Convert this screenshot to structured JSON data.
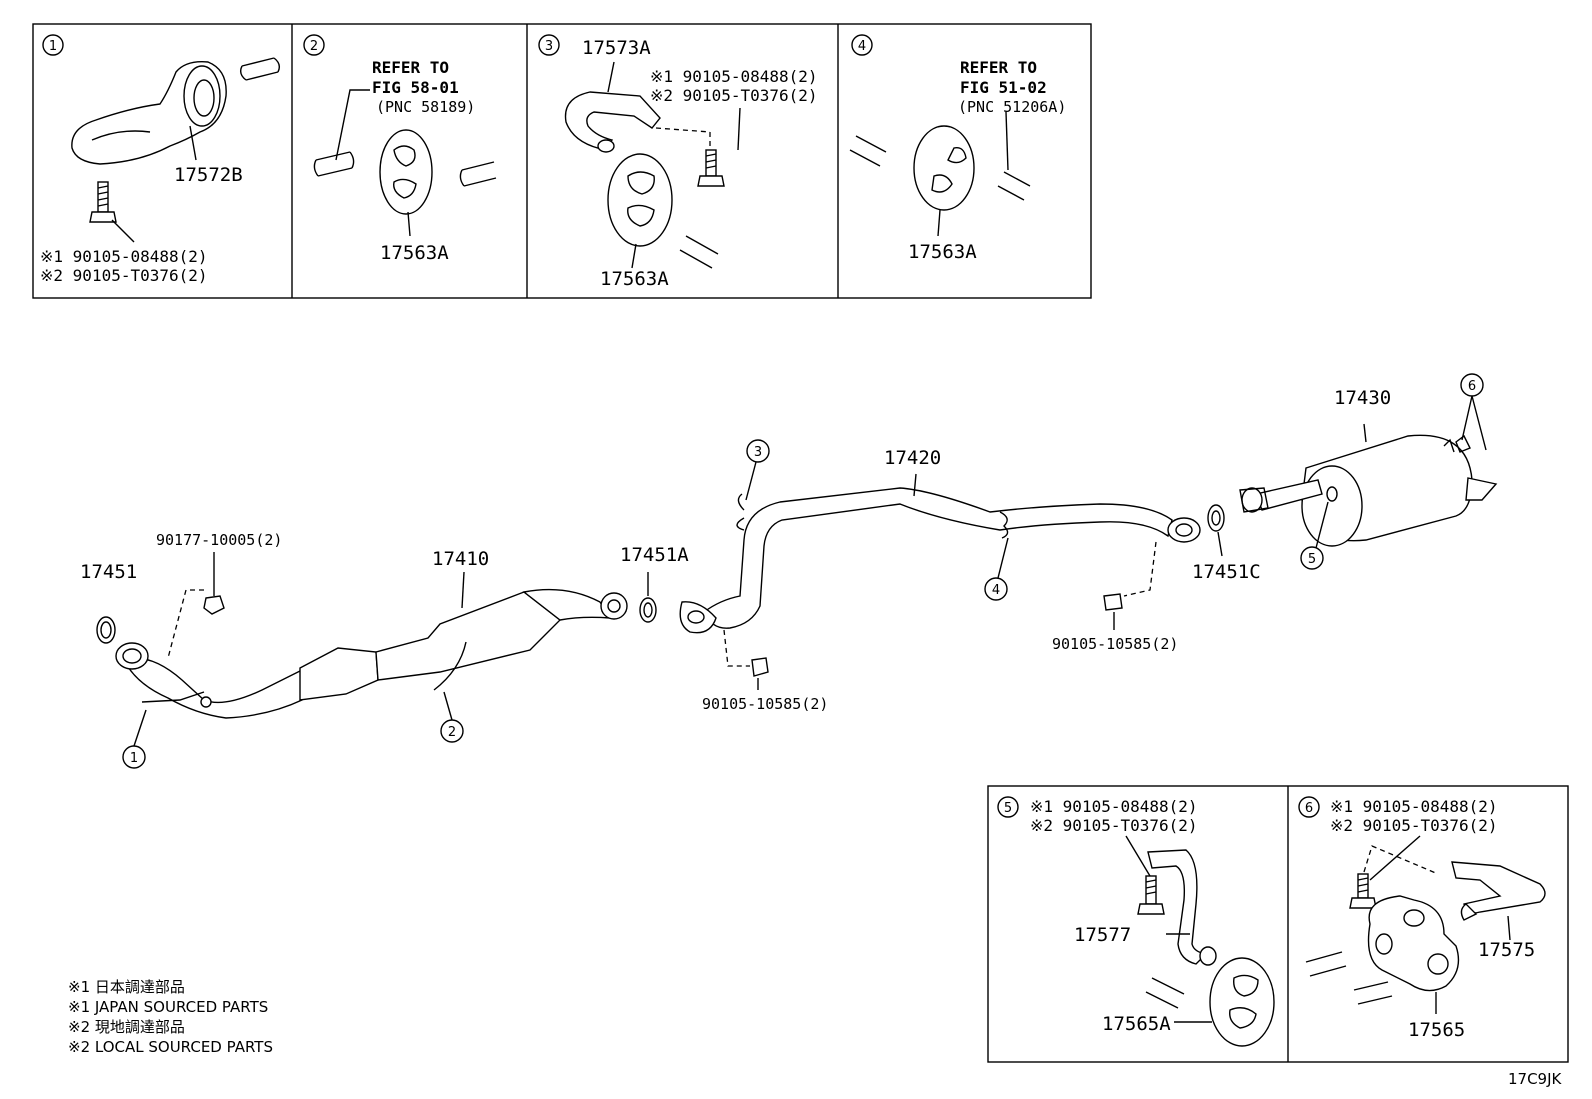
{
  "inset1": {
    "num": "1",
    "part": "17572B",
    "bolt_line1": "※1 90105-08488(2)",
    "bolt_line2": "※2 90105-T0376(2)"
  },
  "inset2": {
    "num": "2",
    "refer_line1": "REFER TO",
    "refer_line2": "FIG 58-01",
    "pnc": "(PNC 58189)",
    "part": "17563A"
  },
  "inset3": {
    "num": "3",
    "part_top": "17573A",
    "bolt_line1": "※1 90105-08488(2)",
    "bolt_line2": "※2 90105-T0376(2)",
    "part_bottom": "17563A"
  },
  "inset4": {
    "num": "4",
    "refer_line1": "REFER TO",
    "refer_line2": "FIG 51-02",
    "pnc": "(PNC 51206A)",
    "part": "17563A"
  },
  "main": {
    "p17451": "17451",
    "p90177": "90177-10005(2)",
    "p17410": "17410",
    "p17451A": "17451A",
    "p90105a": "90105-10585(2)",
    "p17420": "17420",
    "p90105b": "90105-10585(2)",
    "p17451C": "17451C",
    "p17430": "17430",
    "c1": "1",
    "c2": "2",
    "c3": "3",
    "c4": "4",
    "c5": "5",
    "c6": "6"
  },
  "inset5": {
    "num": "5",
    "bolt_line1": "※1 90105-08488(2)",
    "bolt_line2": "※2 90105-T0376(2)",
    "part_a": "17577",
    "part_b": "17565A"
  },
  "inset6": {
    "num": "6",
    "bolt_line1": "※1 90105-08488(2)",
    "bolt_line2": "※2 90105-T0376(2)",
    "part_a": "17575",
    "part_b": "17565"
  },
  "legend": {
    "line1": "※1 日本調達部品",
    "line2": "※1 JAPAN SOURCED PARTS",
    "line3": "※2 現地調達部品",
    "line4": "※2 LOCAL SOURCED PARTS"
  },
  "code": "17C9JK"
}
